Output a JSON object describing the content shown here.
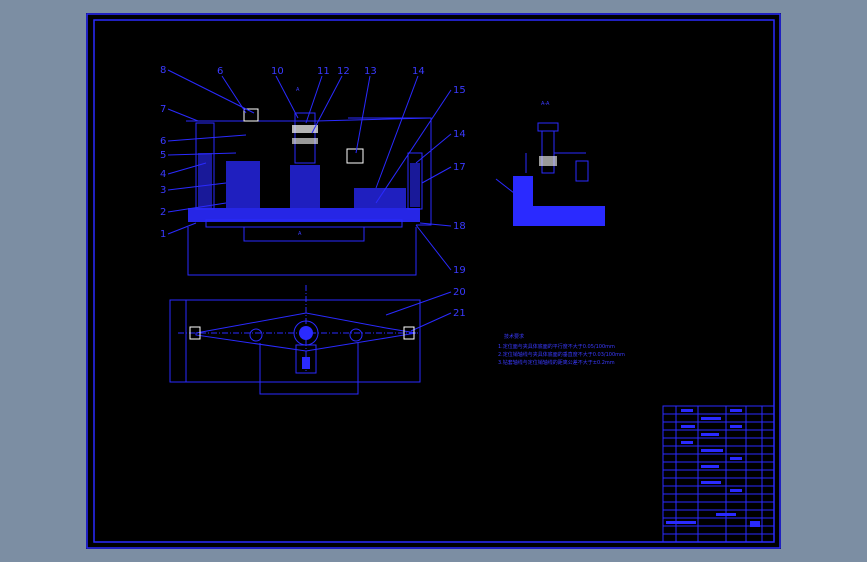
{
  "drawing": {
    "section_label": "A-A",
    "view_arrow_label": "A",
    "base_label": "A",
    "part_numbers_left": [
      "8",
      "7",
      "6",
      "5",
      "4",
      "3",
      "2",
      "1"
    ],
    "part_numbers_top": [
      "6",
      "10",
      "11",
      "12",
      "13",
      "14"
    ],
    "part_numbers_right": [
      "15",
      "14",
      "17",
      "18",
      "19",
      "20",
      "21"
    ],
    "tech_requirements_title": "技术要求",
    "tech_requirements": [
      "1.定位面与夹具体底面的平行度不大于0.05/100mm",
      "2.定位销轴线与夹具体底面的垂直度不大于0.03/100mm",
      "3.钻套轴线与定位销轴线的距离公差不大于±0.2mm"
    ]
  },
  "colors": {
    "sheet_background": "#000000",
    "line_color": "#2a2aff",
    "highlight_color": "#ffffff"
  }
}
